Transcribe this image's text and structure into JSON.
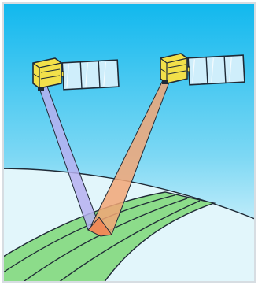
{
  "colors": {
    "sky_top": "#11b8ee",
    "sky_bottom": "#ffffff",
    "earth": "#e2f6fb",
    "swath": "#8cdc8a",
    "beam_left": "#b6b0f0",
    "beam_right": "#f2a676",
    "footprint": "#ee8a58",
    "satellite_body": "#f2e04a",
    "solar_panel": "#cfeefb",
    "outline": "#1f2a36",
    "frame": "#d7dde2"
  },
  "diagram": {
    "satellites": [
      {
        "name": "satellite-left",
        "panel_cells": 3
      },
      {
        "name": "satellite-right",
        "panel_cells": 3
      }
    ],
    "beams": [
      {
        "name": "left-beam",
        "color_key": "beam_left"
      },
      {
        "name": "right-beam",
        "color_key": "beam_right"
      }
    ],
    "swath_tracks": 4
  }
}
